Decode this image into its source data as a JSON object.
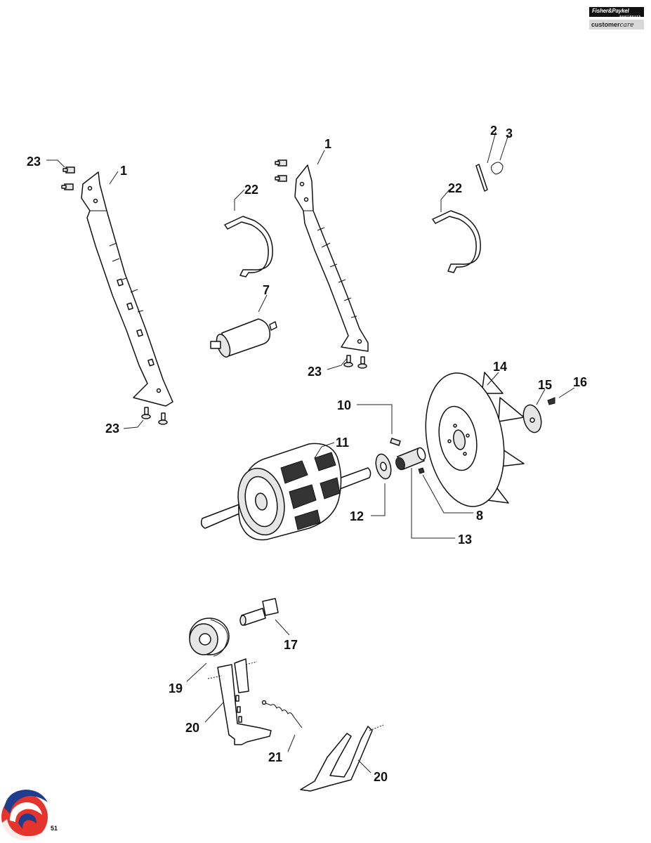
{
  "brand": {
    "name": "Fisher&Paykel",
    "sub": "appliances",
    "service": "customer",
    "service_italic": "care"
  },
  "page_number": "51",
  "labels": [
    {
      "id": "l-23a",
      "text": "23"
    },
    {
      "id": "l-1a",
      "text": "1"
    },
    {
      "id": "l-22a",
      "text": "22"
    },
    {
      "id": "l-1b",
      "text": "1"
    },
    {
      "id": "l-2",
      "text": "2"
    },
    {
      "id": "l-3",
      "text": "3"
    },
    {
      "id": "l-22b",
      "text": "22"
    },
    {
      "id": "l-7",
      "text": "7"
    },
    {
      "id": "l-23b",
      "text": "23"
    },
    {
      "id": "l-23c",
      "text": "23"
    },
    {
      "id": "l-14",
      "text": "14"
    },
    {
      "id": "l-15",
      "text": "15"
    },
    {
      "id": "l-16",
      "text": "16"
    },
    {
      "id": "l-10",
      "text": "10"
    },
    {
      "id": "l-11",
      "text": "11"
    },
    {
      "id": "l-12",
      "text": "12"
    },
    {
      "id": "l-8",
      "text": "8"
    },
    {
      "id": "l-13",
      "text": "13"
    },
    {
      "id": "l-17",
      "text": "17"
    },
    {
      "id": "l-19",
      "text": "19"
    },
    {
      "id": "l-20a",
      "text": "20"
    },
    {
      "id": "l-21",
      "text": "21"
    },
    {
      "id": "l-20b",
      "text": "20"
    }
  ]
}
